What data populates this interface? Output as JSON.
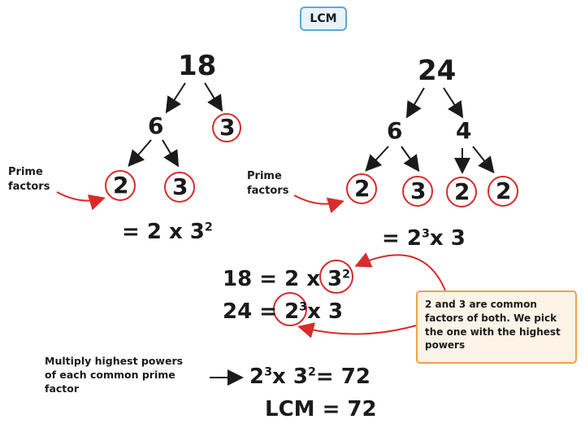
{
  "title": "LCM",
  "tree18": {
    "root": "18",
    "left": "6",
    "right": "3",
    "leaf_left": "2",
    "leaf_right": "3",
    "result_prefix": "= 2 x 3",
    "result_exp": "2"
  },
  "tree24": {
    "root": "24",
    "left": "6",
    "right": "4",
    "leaf1": "2",
    "leaf2": "3",
    "leaf3": "2",
    "leaf4": "2",
    "result_prefix": "= 2",
    "result_exp": "3",
    "result_suffix": "x 3"
  },
  "label_prime_factors_1": [
    "Prime",
    "factors"
  ],
  "label_prime_factors_2": [
    "Prime",
    "factors"
  ],
  "compare": {
    "line1_left": "18 = 2 x 3",
    "line1_exp": "2",
    "line2_left": "24 = 2",
    "line2_exp": "3",
    "line2_right": "x 3"
  },
  "note": "2 and 3 are common factors of both. We pick the one with the highest powers",
  "multiply_text": [
    "Multiply highest powers",
    "of each common prime",
    "factor"
  ],
  "final": {
    "product_base1": "2",
    "product_exp1": "3",
    "product_mid": "x 3",
    "product_exp2": "2",
    "product_result": "= 72",
    "lcm": "LCM = 72"
  },
  "colors": {
    "circle": "#d92b2b",
    "arrow_red": "#d92b2b",
    "title_border": "#5aa7e0",
    "note_border": "#f0a24a"
  }
}
